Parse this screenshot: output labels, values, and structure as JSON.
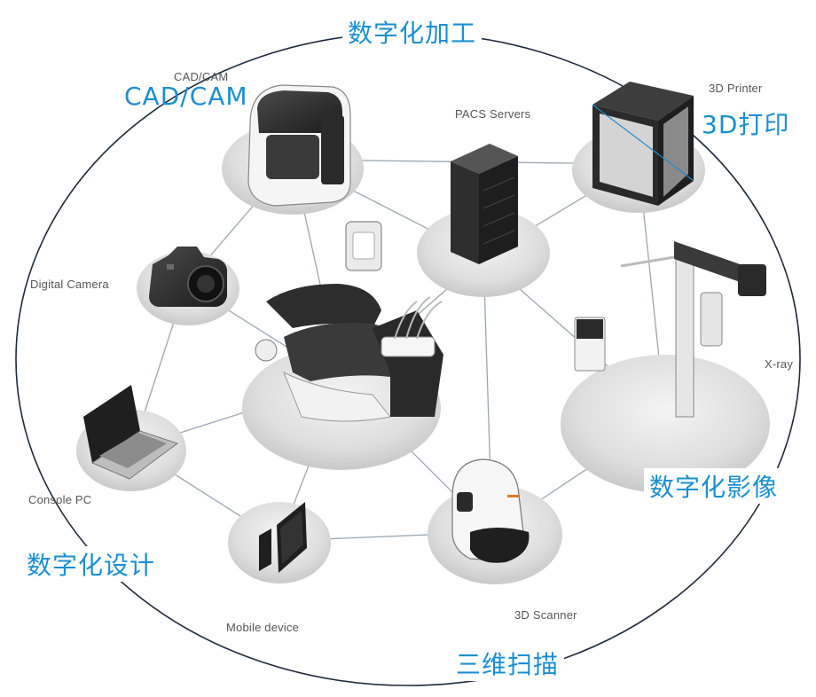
{
  "colors": {
    "accent": "#1a8fd1",
    "platform": "#d9d9d9",
    "connector": "#9aa7b3",
    "device": "#2b2b2b"
  },
  "categories": {
    "processing": "数字化加工",
    "cadcam": "CAD/CAM",
    "printing": "3D打印",
    "imaging": "数字化影像",
    "design": "数字化设计",
    "scanning": "三维扫描"
  },
  "nodes": {
    "cadcam": {
      "label": "CAD/CAM",
      "icon": "milling-machine-icon"
    },
    "pacs": {
      "label": "PACS Servers",
      "icon": "server-rack-icon"
    },
    "printer": {
      "label": "3D Printer",
      "icon": "3d-printer-icon"
    },
    "camera": {
      "label": "Digital Camera",
      "icon": "camera-icon"
    },
    "chair": {
      "label": "",
      "icon": "dental-chair-icon"
    },
    "xray": {
      "label": "X-ray",
      "icon": "xray-machine-icon"
    },
    "pc": {
      "label": "Console PC",
      "icon": "laptop-icon"
    },
    "mobile": {
      "label": "Mobile device",
      "icon": "tablet-icon"
    },
    "scanner": {
      "label": "3D Scanner",
      "icon": "intraoral-scanner-icon"
    }
  }
}
